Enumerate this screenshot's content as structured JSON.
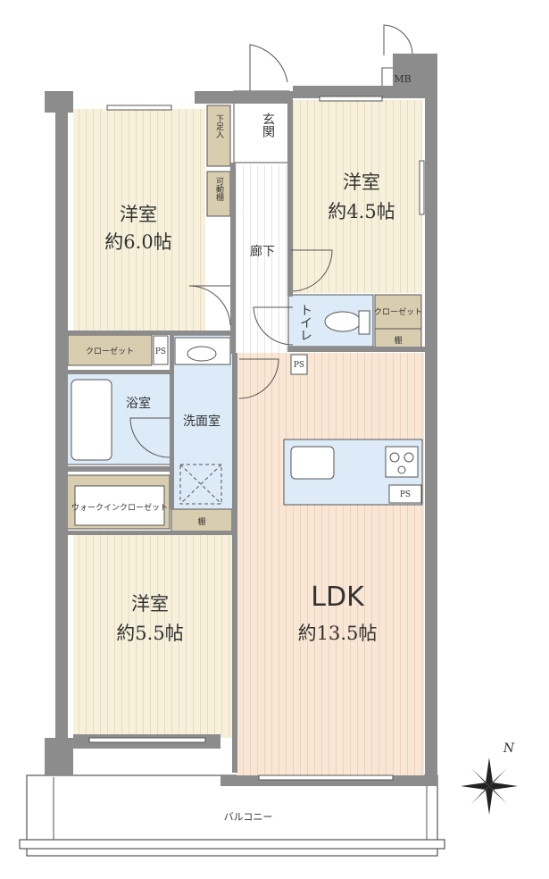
{
  "rooms": {
    "western_room_1": {
      "name": "洋室",
      "size": "約6.0帖"
    },
    "western_room_2": {
      "name": "洋室",
      "size": "約4.5帖"
    },
    "western_room_3": {
      "name": "洋室",
      "size": "約5.5帖"
    },
    "ldk": {
      "name": "LDK",
      "size": "約13.5帖"
    },
    "bath": {
      "name": "浴室"
    },
    "washroom": {
      "name": "洗面室"
    },
    "hallway": {
      "name": "廊下"
    },
    "entrance": {
      "name": "玄関"
    },
    "toilet": {
      "name": "トイレ"
    },
    "balcony": {
      "name": "バルコニー"
    }
  },
  "storage": {
    "shoe_box": "下足入",
    "movable_shelf": "可動棚",
    "closet_left": "クローゼット",
    "closet_right": "クローゼット",
    "walk_in_closet": "ウォークインクローゼット",
    "shelf_1": "棚",
    "shelf_2": "棚"
  },
  "utilities": {
    "mb": "MB",
    "ps_1": "PS",
    "ps_2": "PS",
    "ps_3": "PS"
  },
  "compass": {
    "north_label": "N"
  },
  "colors": {
    "wall": "#8c8c8c",
    "western_room": "#f7f1dc",
    "ldk": "#f9e6d4",
    "wet_area": "#dcebf7",
    "storage": "#d9cdb0",
    "hallway": "#ffffff"
  }
}
